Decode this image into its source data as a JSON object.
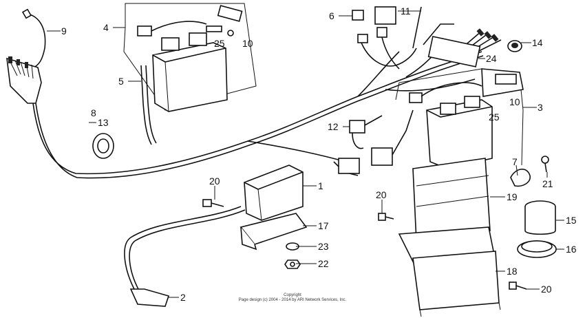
{
  "callouts": {
    "c1": "1",
    "c2": "2",
    "c3": "3",
    "c4": "4",
    "c5": "5",
    "c6": "6",
    "c7": "7",
    "c8": "8",
    "c9": "9",
    "c10a": "10",
    "c10b": "10",
    "c11": "11",
    "c12": "12",
    "c13": "13",
    "c14": "14",
    "c15": "15",
    "c16": "16",
    "c17": "17",
    "c18": "18",
    "c19": "19",
    "c20a": "20",
    "c20b": "20",
    "c20c": "20",
    "c21": "21",
    "c22": "22",
    "c23": "23",
    "c24": "24",
    "c25a": "25",
    "c25b": "25"
  },
  "footer": {
    "line1": "Copyright",
    "line2": "Page design (c) 2004 - 2014 by ARI Network Services, Inc."
  }
}
